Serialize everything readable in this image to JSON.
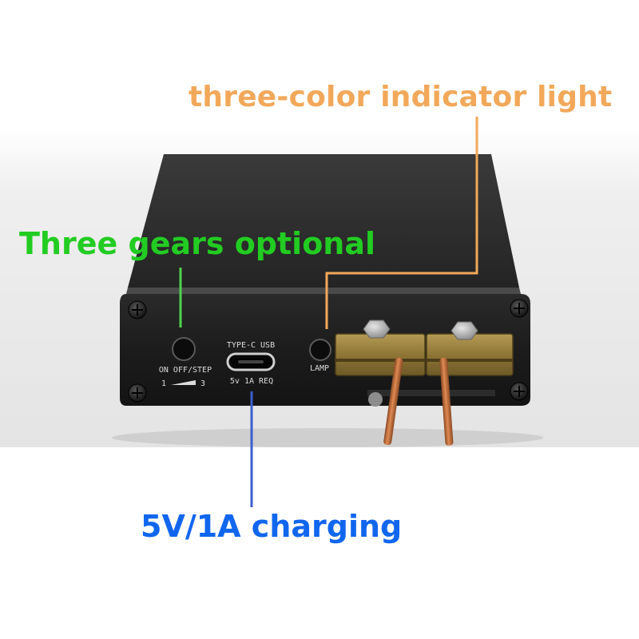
{
  "callouts": {
    "indicator": "three-color indicator light",
    "gears": "Three gears optional",
    "charging": "5V/1A charging"
  },
  "panel_labels": {
    "on_off_step": "ON OFF/STEP",
    "step_1": "1",
    "step_3": "3",
    "type_c": "TYPE-C USB",
    "power_req": "5v 1A REQ",
    "lamp": "LAMP"
  },
  "colors": {
    "indicator_callout": "#f2a85a",
    "gears_callout": "#22cc22",
    "charging_callout": "#1166ee",
    "device_body": "#1e1e1e"
  }
}
